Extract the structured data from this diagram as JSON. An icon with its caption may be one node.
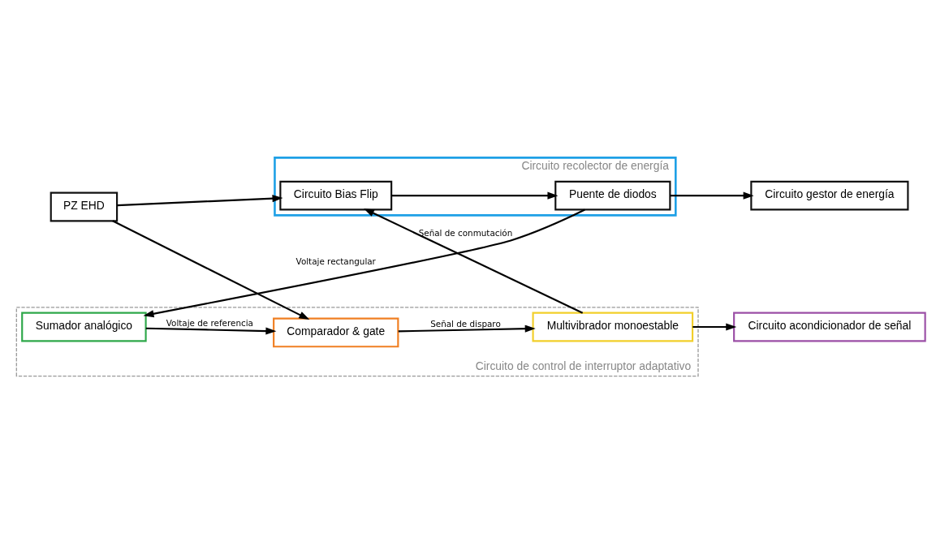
{
  "diagram": {
    "nodes": [
      {
        "text": [
          "PZ EHD"
        ]
      },
      {
        "text": [
          "Circuito recolector de energía"
        ]
      },
      {
        "text": [
          "Circuito Bias Flip"
        ],
        "in": 1
      },
      {
        "text": [
          "Puente de diodos"
        ],
        "in": 1
      },
      {
        "text": [
          "Circuito gestor de energía"
        ]
      },
      {
        "text": [
          "Circuito acondicionador de señal"
        ]
      },
      {
        "text": [
          "Circuito de control de interruptor adaptativo"
        ]
      },
      {
        "text": [
          "Multivibrador monoestable"
        ],
        "in": 6
      },
      {
        "text": [
          "Sumador analógico"
        ],
        "in": 6
      },
      {
        "text": [
          "Comparador & gate"
        ],
        "in": 6
      }
    ],
    "edges": [
      {
        "from": 0,
        "to": 2,
        "arrow": "to"
      },
      {
        "from": 2,
        "to": 3,
        "arrow": "to"
      },
      {
        "from": 3,
        "to": 4,
        "arrow": "to"
      },
      {
        "from": 7,
        "to": 2,
        "arrow": "to",
        "label": "Señal de conmutación"
      },
      {
        "from": 3,
        "to": 8,
        "arrow": "to",
        "label": "Voltaje rectangular"
      },
      {
        "from": 7,
        "to": 5,
        "arrow": "to"
      },
      {
        "from": 9,
        "to": 7,
        "arrow": "to",
        "label": "Señal de disparo"
      },
      {
        "from": 8,
        "to": 9,
        "arrow": "to",
        "label": "Voltaje de referencia"
      },
      {
        "from": 0,
        "to": 9,
        "arrow": "to"
      }
    ]
  }
}
